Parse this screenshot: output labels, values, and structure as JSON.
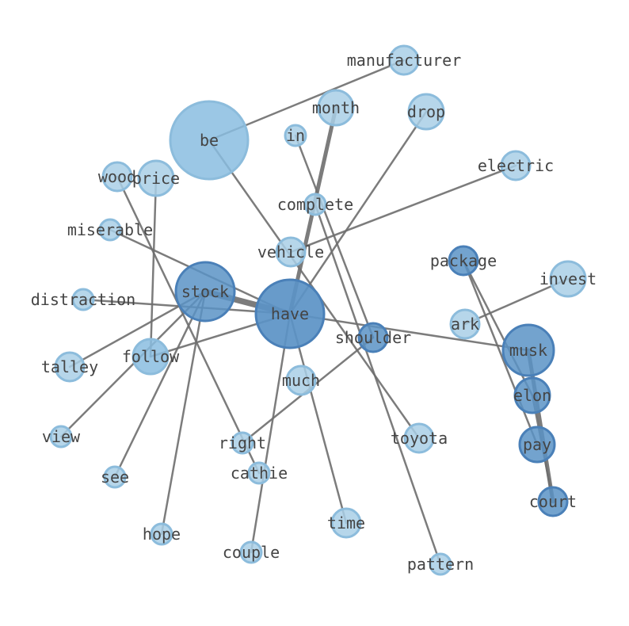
{
  "colors": {
    "edge": "#6e6e6e",
    "node_light": "#a9cfe6",
    "node_mid": "#89bde0",
    "node_dark": "#5b93c6",
    "node_light_stroke": "#8cbcdc",
    "node_dark_stroke": "#4a80b8",
    "label": "#444444"
  },
  "nodes": [
    {
      "id": "manufacturer",
      "label": "manufacturer",
      "tone": "light"
    },
    {
      "id": "be",
      "label": "be",
      "tone": "mid"
    },
    {
      "id": "month",
      "label": "month",
      "tone": "light"
    },
    {
      "id": "drop",
      "label": "drop",
      "tone": "light"
    },
    {
      "id": "in",
      "label": "in",
      "tone": "light"
    },
    {
      "id": "electric",
      "label": "electric",
      "tone": "light"
    },
    {
      "id": "wood",
      "label": "wood",
      "tone": "light"
    },
    {
      "id": "price",
      "label": "price",
      "tone": "light"
    },
    {
      "id": "complete",
      "label": "complete",
      "tone": "light"
    },
    {
      "id": "miserable",
      "label": "miserable",
      "tone": "light"
    },
    {
      "id": "vehicle",
      "label": "vehicle",
      "tone": "light"
    },
    {
      "id": "package",
      "label": "package",
      "tone": "dark"
    },
    {
      "id": "invest",
      "label": "invest",
      "tone": "light"
    },
    {
      "id": "stock",
      "label": "stock",
      "tone": "dark"
    },
    {
      "id": "have",
      "label": "have",
      "tone": "darkest"
    },
    {
      "id": "distraction",
      "label": "distraction",
      "tone": "light"
    },
    {
      "id": "ark",
      "label": "ark",
      "tone": "light"
    },
    {
      "id": "shoulder",
      "label": "shoulder",
      "tone": "dark"
    },
    {
      "id": "musk",
      "label": "musk",
      "tone": "dark"
    },
    {
      "id": "follow",
      "label": "follow",
      "tone": "mid"
    },
    {
      "id": "talley",
      "label": "talley",
      "tone": "light"
    },
    {
      "id": "much",
      "label": "much",
      "tone": "light"
    },
    {
      "id": "elon",
      "label": "elon",
      "tone": "dark"
    },
    {
      "id": "view",
      "label": "view",
      "tone": "light"
    },
    {
      "id": "toyota",
      "label": "toyota",
      "tone": "light"
    },
    {
      "id": "right",
      "label": "right",
      "tone": "light"
    },
    {
      "id": "pay",
      "label": "pay",
      "tone": "dark"
    },
    {
      "id": "see",
      "label": "see",
      "tone": "light"
    },
    {
      "id": "cathie",
      "label": "cathie",
      "tone": "light"
    },
    {
      "id": "court",
      "label": "court",
      "tone": "dark"
    },
    {
      "id": "time",
      "label": "time",
      "tone": "light"
    },
    {
      "id": "hope",
      "label": "hope",
      "tone": "light"
    },
    {
      "id": "couple",
      "label": "couple",
      "tone": "light"
    },
    {
      "id": "pattern",
      "label": "pattern",
      "tone": "light"
    }
  ],
  "edges": [
    {
      "source": "be",
      "target": "manufacturer",
      "weight": 1
    },
    {
      "source": "be",
      "target": "toyota",
      "weight": 1
    },
    {
      "source": "have",
      "target": "month",
      "weight": 2
    },
    {
      "source": "have",
      "target": "drop",
      "weight": 1
    },
    {
      "source": "in",
      "target": "shoulder",
      "weight": 1
    },
    {
      "source": "vehicle",
      "target": "electric",
      "weight": 1
    },
    {
      "source": "wood",
      "target": "cathie",
      "weight": 1
    },
    {
      "source": "price",
      "target": "follow",
      "weight": 1
    },
    {
      "source": "complete",
      "target": "pattern",
      "weight": 1
    },
    {
      "source": "miserable",
      "target": "have",
      "weight": 1
    },
    {
      "source": "stock",
      "target": "have",
      "weight": 3
    },
    {
      "source": "distraction",
      "target": "have",
      "weight": 1
    },
    {
      "source": "have",
      "target": "musk",
      "weight": 1
    },
    {
      "source": "have",
      "target": "follow",
      "weight": 1
    },
    {
      "source": "have",
      "target": "time",
      "weight": 1
    },
    {
      "source": "have",
      "target": "couple",
      "weight": 1
    },
    {
      "source": "stock",
      "target": "talley",
      "weight": 1
    },
    {
      "source": "stock",
      "target": "view",
      "weight": 1
    },
    {
      "source": "stock",
      "target": "see",
      "weight": 1
    },
    {
      "source": "stock",
      "target": "hope",
      "weight": 1
    },
    {
      "source": "shoulder",
      "target": "right",
      "weight": 1
    },
    {
      "source": "ark",
      "target": "invest",
      "weight": 1
    },
    {
      "source": "package",
      "target": "elon",
      "weight": 1
    },
    {
      "source": "package",
      "target": "pay",
      "weight": 1
    },
    {
      "source": "musk",
      "target": "court",
      "weight": 2
    },
    {
      "source": "elon",
      "target": "court",
      "weight": 1
    }
  ]
}
